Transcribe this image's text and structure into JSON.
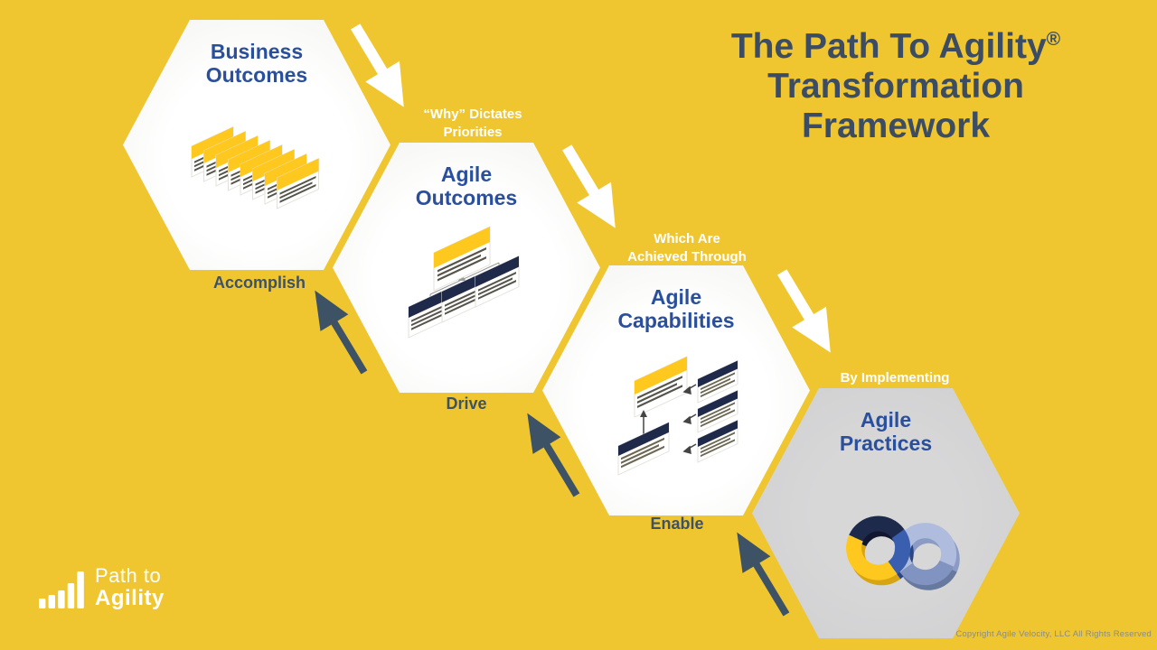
{
  "title": {
    "line1": "The Path To Agility",
    "registered": "®",
    "line2": "Transformation",
    "line3": "Framework"
  },
  "hexagons": [
    {
      "name": "business-outcomes",
      "line1": "Business",
      "line2": "Outcomes",
      "icon": "stacked-cards-icon"
    },
    {
      "name": "agile-outcomes",
      "line1": "Agile",
      "line2": "Outcomes",
      "icon": "org-chart-icon"
    },
    {
      "name": "agile-capabilities",
      "line1": "Agile",
      "line2": "Capabilities",
      "icon": "capability-map-icon"
    },
    {
      "name": "agile-practices",
      "line1": "Agile",
      "line2": "Practices",
      "icon": "infinity-loop-icon"
    }
  ],
  "flow_labels": [
    {
      "line1": "“Why” Dictates",
      "line2": "Priorities"
    },
    {
      "line1": "Which Are",
      "line2": "Achieved Through"
    },
    {
      "line1": "By Implementing",
      "line2": ""
    }
  ],
  "up_labels": [
    "Accomplish",
    "Drive",
    "Enable"
  ],
  "logo": {
    "line1": "Path to",
    "line2": "Agility",
    "icon": "bar-chart-icon"
  },
  "copyright": "Copyright Agile Velocity, LLC All Rights Reserved",
  "colors": {
    "background": "#F0C630",
    "hexagon_white": "#FFFFFF",
    "hexagon_gray": "#D3D3D4",
    "heading_blue": "#2A4F9D",
    "title_slate": "#3C4D63",
    "arrow_dark": "#3E5266",
    "label_white": "#FFFFFF",
    "icon_yellow": "#FFC81E",
    "icon_navy": "#1F2A4A",
    "icon_blue": "#3A5FAE",
    "icon_periwinkle": "#B0BCDD"
  }
}
